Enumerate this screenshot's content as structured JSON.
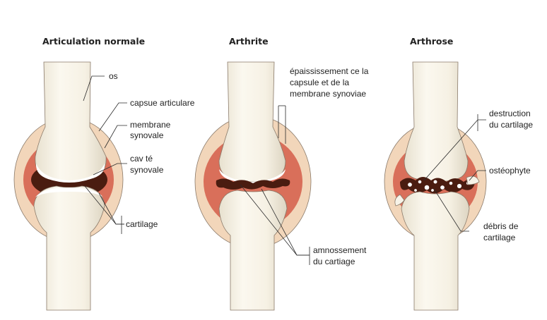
{
  "panels": [
    {
      "title": "Articulation normale",
      "labels": {
        "bone": "os",
        "capsule": "capsue articulare",
        "membrane_1": "membrane",
        "membrane_2": "synovale",
        "cavity_1": "cav té",
        "cavity_2": "synovale",
        "cartilage": "cartilage"
      }
    },
    {
      "title": "Arthrite",
      "labels": {
        "thickening_1": "épaississement ce la",
        "thickening_2": "capsule et de la",
        "thickening_3": "membrane synoviae",
        "thinning_1": "amnossement",
        "thinning_2": "du cartiage"
      }
    },
    {
      "title": "Arthrose",
      "labels": {
        "destruction_1": "destruction",
        "destruction_2": "du cartilage",
        "osteophyte": "ostéophyte",
        "debris_1": "débris de",
        "debris_2": "cartilage"
      }
    }
  ],
  "colors": {
    "capsule": "#f2d6ba",
    "synovial": "#d96f5a",
    "bone": "#f7f3e8",
    "cartilage": "#ffffff",
    "cavity": "#4a1c10",
    "background": "#ffffff"
  }
}
